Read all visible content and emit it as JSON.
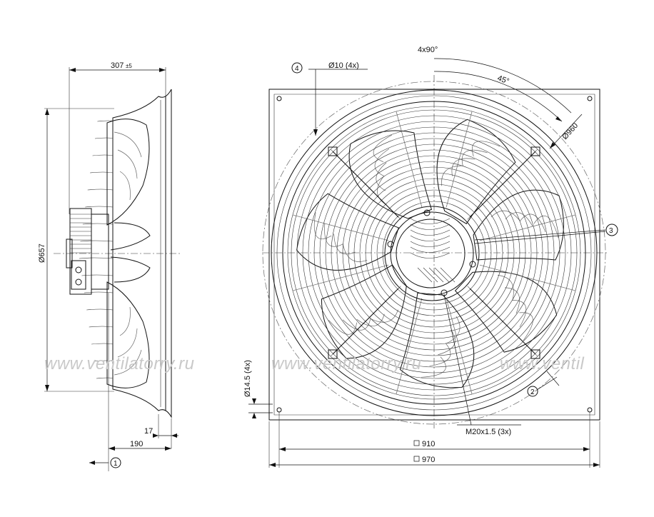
{
  "dimensions": {
    "side_width": "307",
    "side_tol": "±5",
    "side_diameter": "Ø657",
    "side_offset": "17",
    "side_base": "190",
    "hole_diameter": "Ø10 (4x)",
    "slot": "Ø14.5 (4x)",
    "angle_spacing": "4x90°",
    "angle_offset": "45°",
    "ring_diameter": "Ø960",
    "thread": "M20x1.5 (3x)",
    "hole_pitch": "910",
    "frame_size": "970"
  },
  "callouts": [
    "1",
    "2",
    "3",
    "4"
  ],
  "watermark": [
    "www.ventilatorry.ru",
    "www.ventilatorry.ru",
    "www.ventil"
  ],
  "colors": {
    "line": "#111111",
    "watermark": "#c9c9c9"
  }
}
